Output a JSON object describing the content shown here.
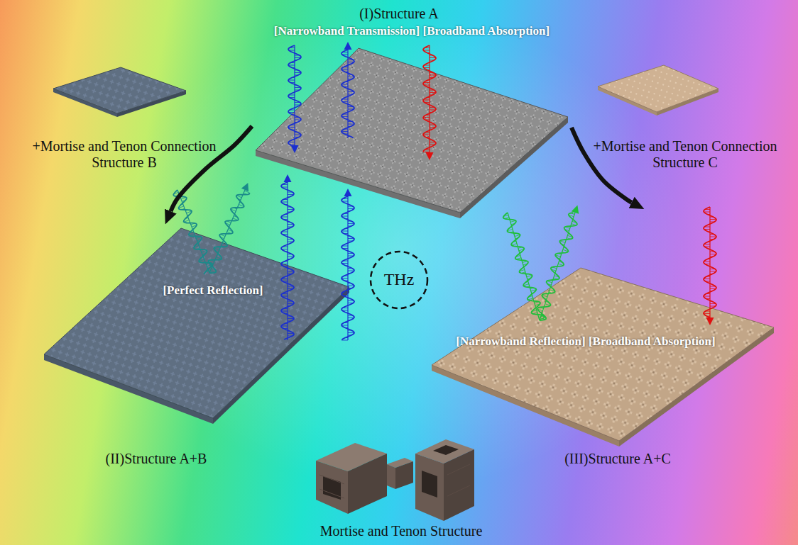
{
  "diagram": {
    "nodes": [
      {
        "text": [
          "(I)Structure A",
          "[Narrowband Transmission] [Broadband Absorption]"
        ]
      },
      {
        "text": [
          "+Mortise and Tenon Connection Structure B"
        ]
      },
      {
        "text": [
          "+Mortise and Tenon Connection Structure C"
        ]
      },
      {
        "text": [
          "[Perfect Reflection]",
          "(II)Structure A+B"
        ]
      },
      {
        "text": [
          "[Narrowband Reflection] [Broadband Absorption]",
          "(III)Structure A+C"
        ]
      },
      {
        "text": [
          "THz"
        ]
      },
      {
        "text": [
          "Mortise and Tenon Structure"
        ]
      }
    ],
    "edges": [
      {
        "from": 0,
        "to": 3,
        "arrow": "to"
      },
      {
        "from": 0,
        "to": 4,
        "arrow": "to"
      }
    ]
  }
}
